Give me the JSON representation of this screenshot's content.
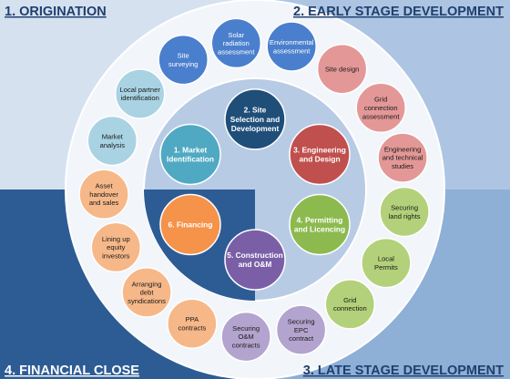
{
  "colors": {
    "q1": "#d6e1f0",
    "q2": "#adc5e3",
    "q3": "#8eafd6",
    "q4": "#2d5c95",
    "ring": "#f2f5fa",
    "inner": "#b7cbe5",
    "teal": "#a9d3e3",
    "blue": "#4a7fcd",
    "pink": "#e39897",
    "green": "#b3d17a",
    "purple": "#b2a4ce",
    "orange": "#f6b889",
    "navy": "#1f4e79",
    "red": "#c0504d",
    "core_teal": "#4fa9c2",
    "core_green": "#8cba4e",
    "core_purple": "#7a5fa7",
    "core_orange": "#f5934a"
  },
  "quadrants": [
    {
      "id": "q1",
      "label": "1. ORIGINATION"
    },
    {
      "id": "q2",
      "label": "2. EARLY STAGE DEVELOPMENT"
    },
    {
      "id": "q3",
      "label": "3. LATE STAGE DEVELOPMENT"
    },
    {
      "id": "q4",
      "label": "4. FINANCIAL CLOSE"
    }
  ],
  "core_steps": [
    {
      "id": "core-site-selection",
      "lines": [
        "2. Site",
        "Selection and",
        "Development"
      ],
      "color": "navy"
    },
    {
      "id": "core-engineering",
      "lines": [
        "3. Engineering",
        "and Design"
      ],
      "color": "red"
    },
    {
      "id": "core-permitting",
      "lines": [
        "4. Permitting",
        "and Licencing"
      ],
      "color": "core_green"
    },
    {
      "id": "core-construction",
      "lines": [
        "5. Construction",
        "and O&M"
      ],
      "color": "core_purple"
    },
    {
      "id": "core-financing",
      "lines": [
        "6. Financing"
      ],
      "color": "core_orange"
    },
    {
      "id": "core-market-identification",
      "lines": [
        "1. Market",
        "Identification"
      ],
      "color": "core_teal"
    }
  ],
  "activities": [
    {
      "id": "environmental-assessment",
      "lines": [
        "Environmental",
        "assessment"
      ],
      "color": "blue"
    },
    {
      "id": "site-design",
      "lines": [
        "Site design"
      ],
      "color": "pink"
    },
    {
      "id": "grid-connection-assessment",
      "lines": [
        "Grid",
        "connection",
        "assessment"
      ],
      "color": "pink"
    },
    {
      "id": "engineering-technical-studies",
      "lines": [
        "Engineering",
        "and technical",
        "studies"
      ],
      "color": "pink"
    },
    {
      "id": "securing-land-rights",
      "lines": [
        "Securing",
        "land rights"
      ],
      "color": "green"
    },
    {
      "id": "local-permits",
      "lines": [
        "Local",
        "Permits"
      ],
      "color": "green"
    },
    {
      "id": "grid-connection",
      "lines": [
        "Grid",
        "connection"
      ],
      "color": "green"
    },
    {
      "id": "securing-epc-contract",
      "lines": [
        "Securing",
        "EPC",
        "contract"
      ],
      "color": "purple"
    },
    {
      "id": "securing-om-contracts",
      "lines": [
        "Securing",
        "O&M",
        "contracts"
      ],
      "color": "purple"
    },
    {
      "id": "ppa-contracts",
      "lines": [
        "PPA",
        "contracts"
      ],
      "color": "orange"
    },
    {
      "id": "arranging-debt-syndications",
      "lines": [
        "Arranging",
        "debt",
        "syndications"
      ],
      "color": "orange"
    },
    {
      "id": "lining-up-equity-investors",
      "lines": [
        "Lining up",
        "equity",
        "investors"
      ],
      "color": "orange"
    },
    {
      "id": "asset-handover-sales",
      "lines": [
        "Asset",
        "handover",
        "and sales"
      ],
      "color": "orange"
    },
    {
      "id": "market-analysis",
      "lines": [
        "Market",
        "analysis"
      ],
      "color": "teal"
    },
    {
      "id": "local-partner-identification",
      "lines": [
        "Local partner",
        "identification"
      ],
      "color": "teal"
    },
    {
      "id": "site-surveying",
      "lines": [
        "Site",
        "surveying"
      ],
      "color": "blue"
    },
    {
      "id": "solar-radiation-assessment",
      "lines": [
        "Solar",
        "radiation",
        "assessment"
      ],
      "color": "blue"
    }
  ]
}
